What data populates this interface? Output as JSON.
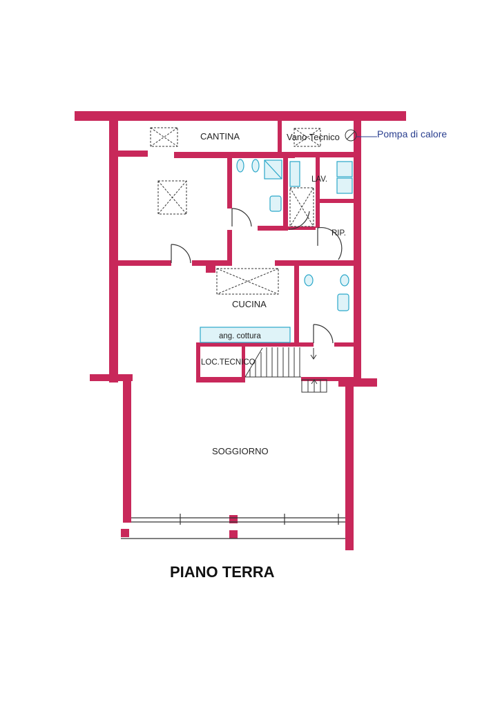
{
  "plan": {
    "title": "PIANO TERRA",
    "rooms": {
      "cantina": "CANTINA",
      "vano_tecnico": "Vano Tecnico",
      "lav": "LAV.",
      "rip": "RIP.",
      "cucina": "CUCINA",
      "ang_cottura": "ang. cottura",
      "loc_tecnico": "LOC.TECNICO",
      "soggiorno": "SOGGIORNO"
    },
    "annotations": {
      "heat_pump": "Pompa di calore"
    }
  },
  "colors": {
    "wall": "#c8285a",
    "fixture": "#2aa7c9",
    "line": "#333333",
    "annotation": "#2a3f8f"
  }
}
